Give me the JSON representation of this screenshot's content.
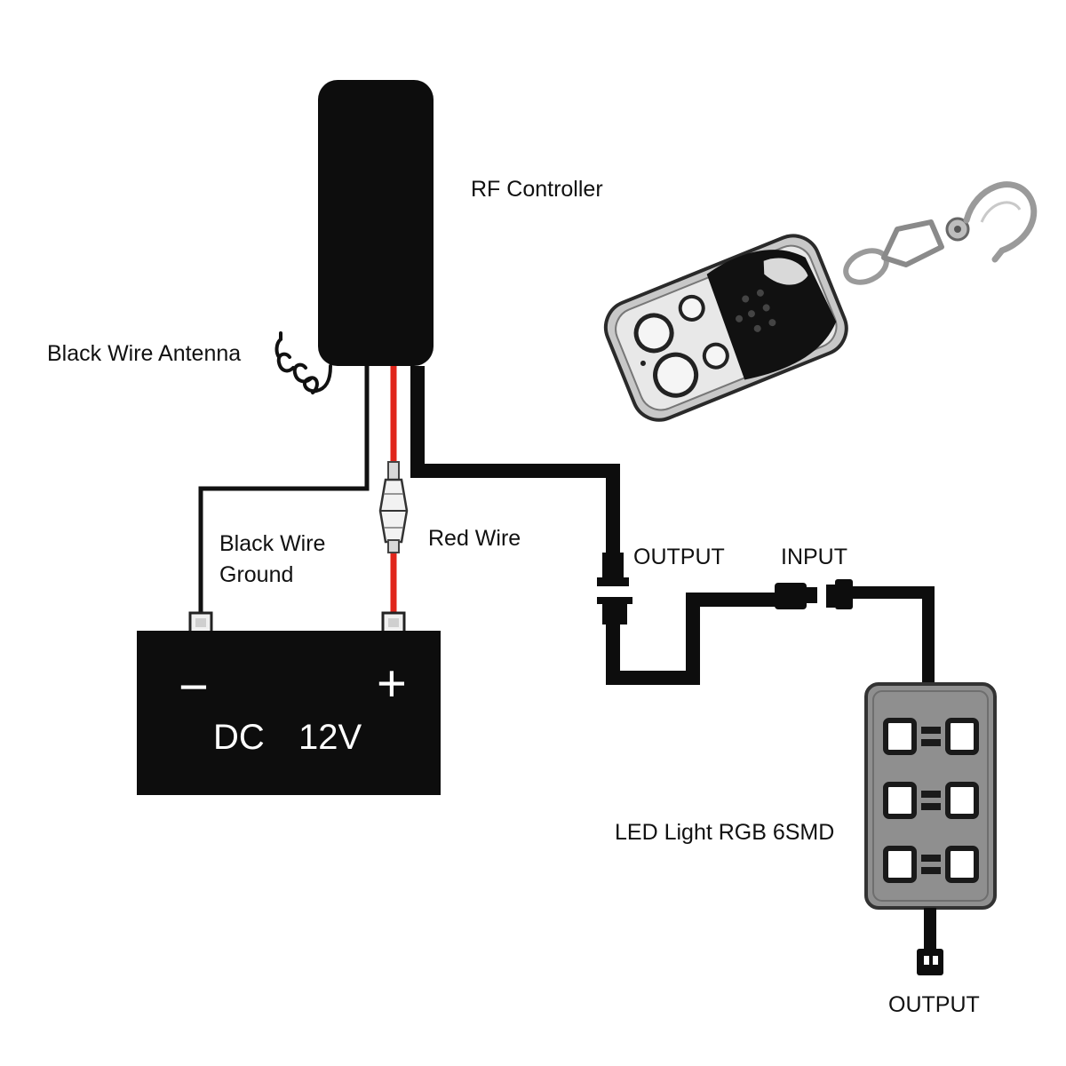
{
  "labels": {
    "rf_controller": "RF Controller",
    "antenna": "Black Wire Antenna",
    "ground_line1": "Black Wire",
    "ground_line2": "Ground",
    "red_wire": "Red Wire",
    "output_top": "OUTPUT",
    "input": "INPUT",
    "led_light": "LED Light RGB 6SMD",
    "output_bottom": "OUTPUT"
  },
  "battery": {
    "minus": "−",
    "plus": "+",
    "dc": "DC",
    "voltage": "12V"
  },
  "colors": {
    "device_body": "#0d0d0d",
    "red_wire": "#e0251b",
    "led_panel": "#8f8f8f",
    "chrome": "#c8c8c8"
  },
  "icons": {
    "controller": "rf-controller-box",
    "remote": "key-fob-remote-icon",
    "battery": "battery-icon",
    "led": "led-panel-icon"
  }
}
